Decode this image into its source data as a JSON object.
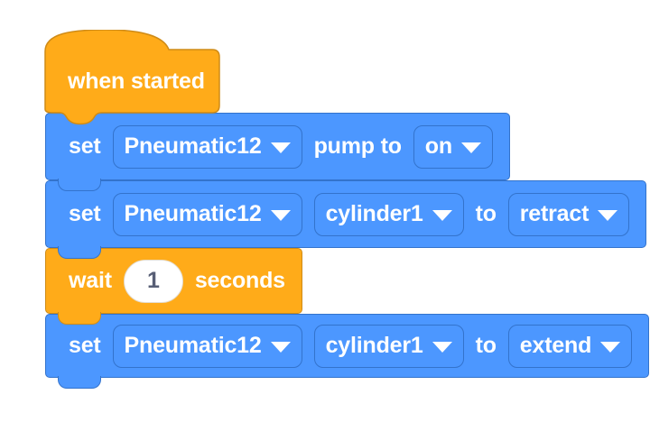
{
  "colors": {
    "event_fill": "#FFAB19",
    "event_stroke": "#CF8B17",
    "action_fill": "#4C97FF",
    "action_stroke": "#3373CC",
    "text": "#FFFFFF",
    "input_text": "#575E75",
    "input_fill": "#FFFFFF",
    "input_stroke": "#E3DCD0",
    "background": "#FFFFFF"
  },
  "icons": {
    "dropdown_arrow": "triangle-down"
  },
  "blocks": {
    "when_started": {
      "label": "when started"
    },
    "set_pump": {
      "set": "set",
      "device": "Pneumatic12",
      "middle": "pump to",
      "state": "on"
    },
    "set_cylinder_retract": {
      "set": "set",
      "device": "Pneumatic12",
      "port": "cylinder1",
      "to": "to",
      "action": "retract"
    },
    "wait": {
      "wait": "wait",
      "duration": "1",
      "seconds": "seconds"
    },
    "set_cylinder_extend": {
      "set": "set",
      "device": "Pneumatic12",
      "port": "cylinder1",
      "to": "to",
      "action": "extend"
    }
  }
}
